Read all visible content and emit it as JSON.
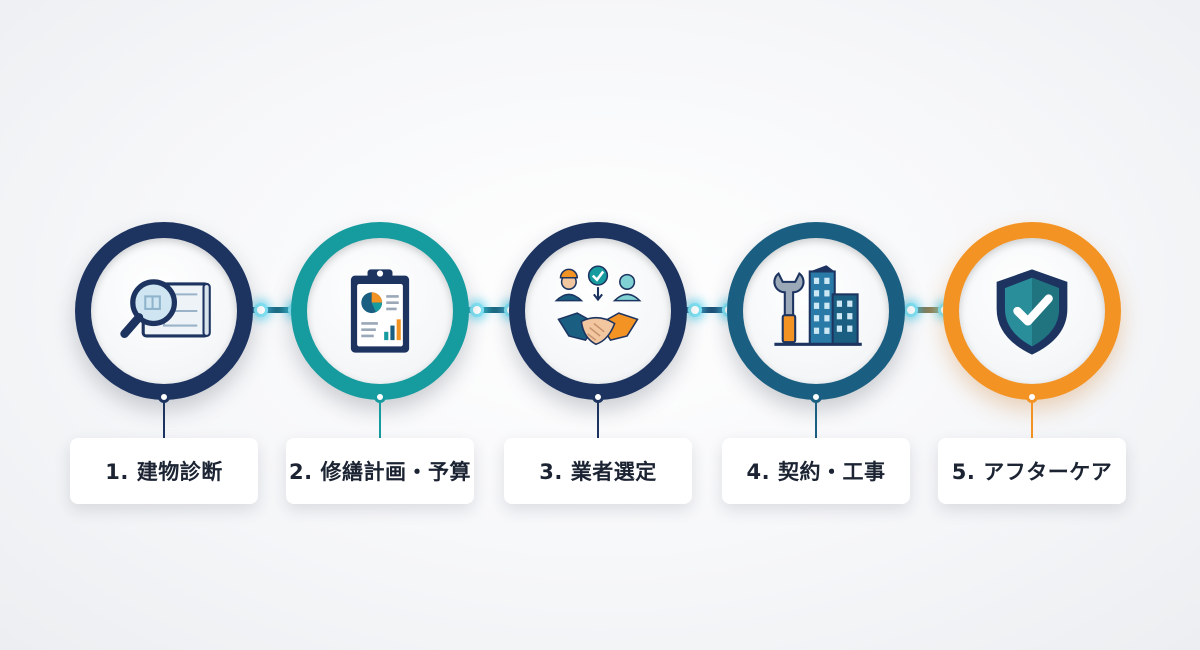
{
  "steps": [
    {
      "label": "1. 建物診断",
      "icon": "magnifier-blueprint-icon",
      "ring_color": "#1d3461"
    },
    {
      "label": "2. 修繕計画・予算",
      "icon": "clipboard-chart-icon",
      "ring_color": "#169b9f"
    },
    {
      "label": "3. 業者選定",
      "icon": "handshake-people-icon",
      "ring_color": "#1d3461"
    },
    {
      "label": "4. 契約・工事",
      "icon": "wrench-building-icon",
      "ring_color": "#1a5f82"
    },
    {
      "label": "5. アフターケア",
      "icon": "shield-check-icon",
      "ring_color": "#f39324"
    }
  ],
  "colors": {
    "navy": "#1d3461",
    "teal": "#169b9f",
    "blue": "#1a5f82",
    "orange": "#f39324",
    "glow": "#6fe0f2"
  }
}
